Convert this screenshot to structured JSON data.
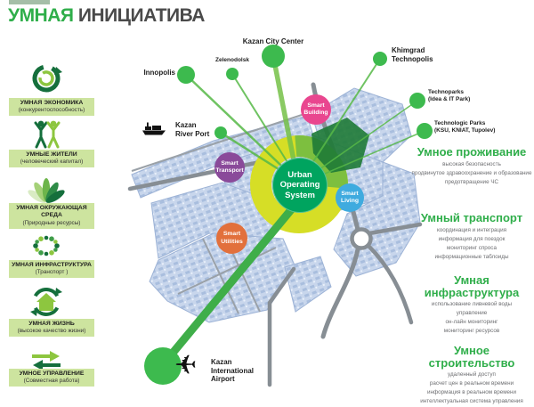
{
  "page": {
    "title_highlight": "УМНАЯ",
    "title_rest": " ИНИЦИАТИВА"
  },
  "icons": {
    "airport_plane": "✈"
  },
  "colors": {
    "brand_green": "#2fae4a",
    "ring_lime": "#d6de26",
    "ring_green": "#7dbf3f",
    "uos_green": "#00a45f",
    "building_pink": "#e9468f",
    "transport_purple": "#8a4a9a",
    "living_blue": "#3fabdf",
    "utilities_orange": "#e2703c",
    "poi_green": "#3dba4e",
    "ray_green": "#57b947",
    "map_block_blue": "#c8d6ec",
    "road_gray": "#878e94",
    "sidebar_label_bg": "#cde49f"
  },
  "sidebar": {
    "items": [
      {
        "icon": "economy-cycle-icon",
        "title": "УМНАЯ ЭКОНОМИКА",
        "subtitle": "(конкурентоспособность)"
      },
      {
        "icon": "citizens-icon",
        "title": "УМНЫЕ ЖИТЕЛИ",
        "subtitle": "(человеческий капитал)"
      },
      {
        "icon": "environment-leaves-icon",
        "title": "УМНАЯ ОКРУЖАЮЩАЯ СРЕДА",
        "subtitle": "(Природные ресурсы)"
      },
      {
        "icon": "infrastructure-dots-icon",
        "title": "УМНАЯ ИНФРАСТРУКТУРА",
        "subtitle": "(Транспорт )"
      },
      {
        "icon": "smart-life-house-icon",
        "title": "УМНАЯ ЖИЗНЬ",
        "subtitle": "(высокое качество жизни)"
      },
      {
        "icon": "governance-arrows-icon",
        "title": "УМНОЕ УПРАВЛЕНИЕ",
        "subtitle": "(Совместная работа)"
      }
    ]
  },
  "map": {
    "center_hub": {
      "lines": [
        "Urban",
        "Operating",
        "System"
      ]
    },
    "hubs": [
      {
        "name": "smart-building",
        "lines": [
          "Smart",
          "Building"
        ]
      },
      {
        "name": "smart-transport",
        "lines": [
          "Smart",
          "Transport"
        ]
      },
      {
        "name": "smart-living",
        "lines": [
          "Smart",
          "Living"
        ]
      },
      {
        "name": "smart-utilities",
        "lines": [
          "Smart",
          "Utilities"
        ]
      }
    ],
    "pois": [
      {
        "name": "innopolis",
        "lines": [
          "Innopolis"
        ]
      },
      {
        "name": "zelenodolsk",
        "lines": [
          "Zelenodolsk"
        ]
      },
      {
        "name": "kazan-city-center",
        "lines": [
          "Kazan City Center"
        ]
      },
      {
        "name": "khimgrad-technopolis",
        "lines": [
          "Khimgrad",
          "Technopolis"
        ]
      },
      {
        "name": "technoparks",
        "lines": [
          "Technoparks",
          "(Idea & IT Park)"
        ]
      },
      {
        "name": "technologic-parks",
        "lines": [
          "Technologic Parks",
          "(KSU, KNIAT, Tupolev)"
        ]
      },
      {
        "name": "kazan-river-port",
        "lines": [
          "Kazan",
          "River Port"
        ]
      },
      {
        "name": "kazan-international-airport",
        "lines": [
          "Kazan",
          "International",
          "Airport"
        ]
      }
    ]
  },
  "right_panels": [
    {
      "heading": "Умное проживание",
      "items": [
        "высокая безопасность",
        "продвинутое здравоохранение и образование",
        "предотвращение ЧС",
        ""
      ]
    },
    {
      "heading": "Умный транспорт",
      "items": [
        "координация и интеграция",
        "информация для поездок",
        "мониторинг спроса",
        "информационные таблоиды"
      ]
    },
    {
      "heading": "Умная инфраструктура",
      "items": [
        "использование ливневой воды",
        "управление",
        "он-лайн мониторинг",
        "мониторинг ресурсов"
      ]
    },
    {
      "heading": "Умное строительство",
      "items": [
        "удаленный доступ",
        "расчет цен в реальном времени",
        "информация в реальном времени",
        "интеллектуальная система управления"
      ]
    }
  ]
}
